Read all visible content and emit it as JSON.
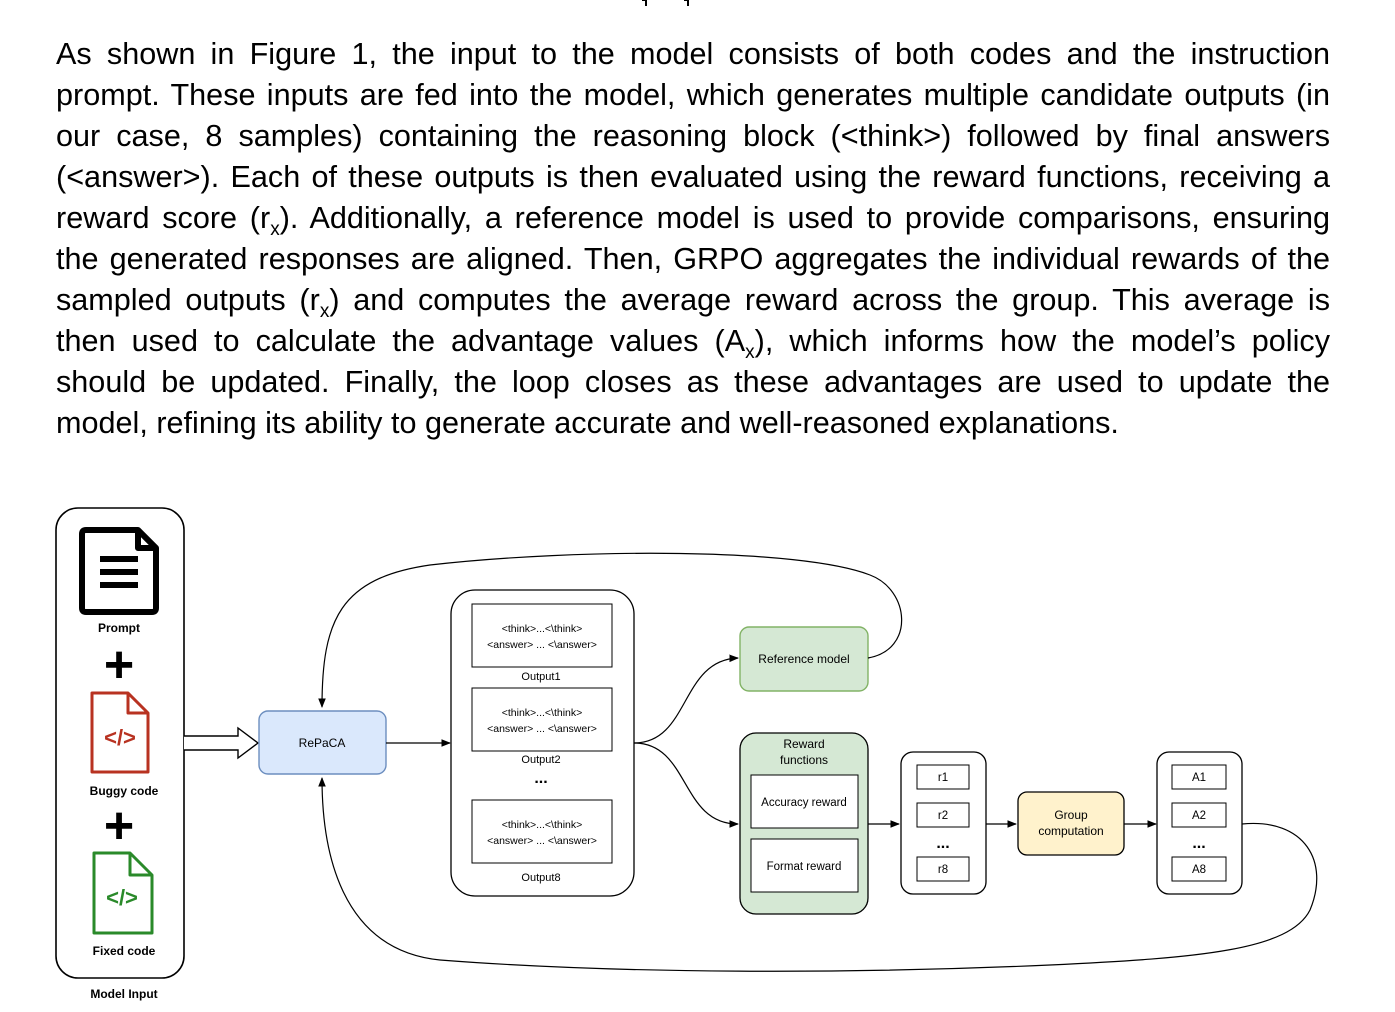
{
  "top_partial_text": "                     ...",
  "paragraph": {
    "p1": "As shown in Figure 1, the input to the model consists of both codes and the instruction prompt. These inputs are fed into the model, which generates multiple candidate outputs (in our case, 8 samples) containing the reasoning block (<think>) followed by final answers (<answer>). Each of these outputs is then evaluated using the reward functions, receiving a reward score (r",
    "sub1": "x",
    "p2": "). Additionally, a reference model is used to provide comparisons, ensuring the generated responses are aligned. Then, GRPO aggregates the individual rewards of the sampled outputs (r",
    "sub2": "x",
    "p3": ") and computes the average reward across the group. This average is then used to calculate the advantage values (A",
    "sub3": "x",
    "p4": "), which informs how the model’s policy should be updated. Finally, the loop closes as these advantages are used to update the model, refining its ability to generate accurate and well-reasoned explanations."
  },
  "figure": {
    "model_input": {
      "caption": "Model Input",
      "prompt_label": "Prompt",
      "buggy_label": "Buggy code",
      "fixed_label": "Fixed code",
      "code_glyph": "</>",
      "plus": "+"
    },
    "repaca_label": "RePaCA",
    "outputs": {
      "think_line": "<think>...<\\think>",
      "answer_line": "<answer> ... <\\answer>",
      "labels": [
        "Output1",
        "Output2",
        "Output8"
      ],
      "ellipsis": "..."
    },
    "reference_model_label": "Reference model",
    "reward_functions": {
      "title_line1": "Reward",
      "title_line2": "functions",
      "accuracy": "Accuracy reward",
      "format": "Format reward"
    },
    "rewards": [
      "r1",
      "r2",
      "r8"
    ],
    "group_computation": {
      "line1": "Group",
      "line2": "computation"
    },
    "advantages": [
      "A1",
      "A2",
      "A8"
    ],
    "colors": {
      "repaca_fill": "#dae8fc",
      "repaca_stroke": "#6c8ebf",
      "green_fill": "#d5e8d4",
      "green_stroke": "#82b366",
      "yellow_fill": "#fff2cc",
      "yellow_stroke": "#d6b656",
      "buggy_red": "#b83221",
      "fixed_green": "#2a8a2a"
    }
  }
}
